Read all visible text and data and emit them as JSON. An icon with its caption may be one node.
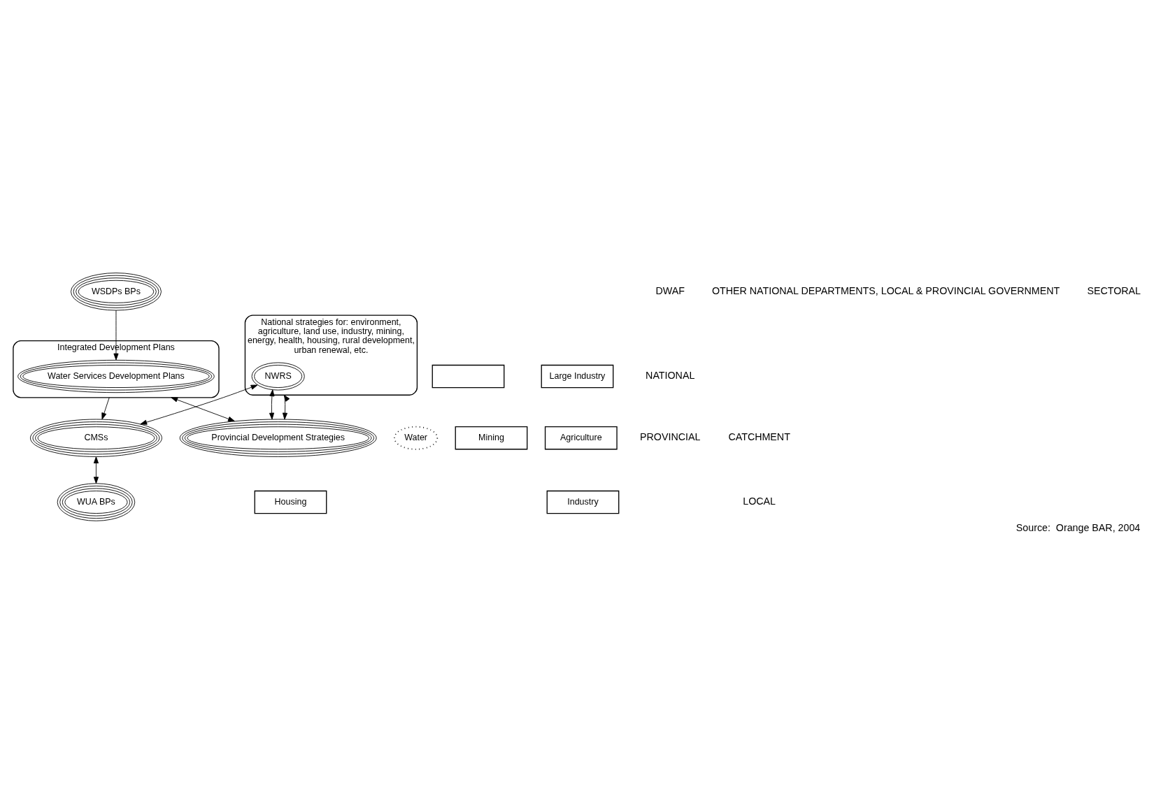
{
  "diagram": {
    "caption": "Source:  Orange BAR, 2004",
    "nodes": [
      {
        "text": [
          "National strategies for: environment, agriculture, land use, industry, mining, energy, health, housing, rural development, urban renewal, etc."
        ]
      },
      {
        "text": [
          "NWRS"
        ],
        "in": 0
      },
      {
        "text": [
          "CMSs"
        ]
      },
      {
        "text": [
          "Water"
        ]
      },
      {
        "text": [
          "Provincial Development Strategies"
        ]
      },
      {
        "text": [
          "WUA BPs"
        ]
      },
      {
        "text": [
          "Integrated Development Plans"
        ]
      },
      {
        "text": [
          "Water Services Development Plans"
        ],
        "in": 6
      },
      {
        "text": [
          "WSDPs BPs"
        ]
      },
      {
        "text": [],
        "shape": "box"
      },
      {
        "text": [
          "Large Industry"
        ]
      },
      {
        "text": [
          "Mining"
        ]
      },
      {
        "text": [
          "Agriculture"
        ]
      },
      {
        "text": [
          "Housing"
        ]
      },
      {
        "text": [
          "Industry"
        ]
      }
    ],
    "edges": [
      {
        "from": 1,
        "to": 2,
        "arrow": "both"
      },
      {
        "from": 1,
        "to": 4,
        "arrow": "both"
      },
      {
        "from": 0,
        "to": 4,
        "arrow": "both"
      },
      {
        "from": 2,
        "to": 5,
        "arrow": "both"
      },
      {
        "from": 6,
        "to": 2,
        "arrow": "to"
      },
      {
        "from": 6,
        "to": 4,
        "arrow": "both"
      },
      {
        "from": 8,
        "to": 7,
        "arrow": "to"
      }
    ],
    "labels": [
      "DWAF",
      "OTHER NATIONAL DEPARTMENTS, LOCAL & PROVINCIAL GOVERNMENT",
      "SECTORAL",
      "NATIONAL",
      "PROVINCIAL",
      "CATCHMENT",
      "LOCAL"
    ]
  }
}
